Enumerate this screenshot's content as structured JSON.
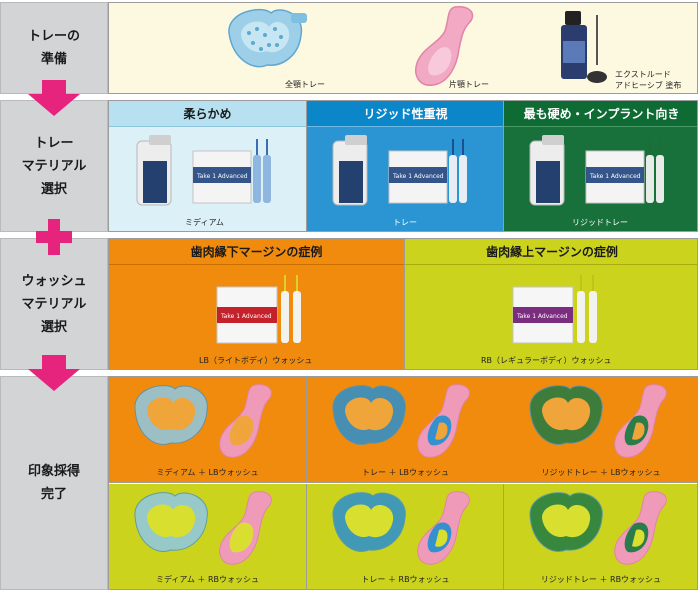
{
  "colors": {
    "magenta": "#e6247e",
    "prep_bg": "#fdf9e1",
    "soft_header": "#b7e1f1",
    "soft_bg": "#dcf0f8",
    "rigid_header": "#0a86c9",
    "rigid_bg": "#2a95d2",
    "hardest_header": "#0e6b33",
    "hardest_bg": "#18703a",
    "lb_orange": "#f08b0e",
    "rb_lime": "#ccd31c"
  },
  "steps": {
    "prep": "トレーの\n準備",
    "tray_material": "トレー\nマテリアル\n選択",
    "wash_material": "ウォッシュ\nマテリアル\n選択",
    "impression": "印象採得\n完了"
  },
  "tray_prep": {
    "full_tray": "全顎トレー",
    "half_tray": "片顎トレー",
    "adhesive_line1": "エクストルード",
    "adhesive_line2": "アドヒーシブ 塗布"
  },
  "tray_materials": {
    "headers": [
      "柔らかめ",
      "リジッド性重視",
      "最も硬め・インプラント向き"
    ],
    "products": [
      "ミディアム",
      "トレー",
      "リジッドトレー"
    ],
    "box_label": "Take 1 Advanced"
  },
  "wash_materials": {
    "headers": [
      "歯肉縁下マージンの症例",
      "歯肉縁上マージンの症例"
    ],
    "products": [
      "LB（ライトボディ）ウォッシュ",
      "RB（レギュラーボディ）ウォッシュ"
    ]
  },
  "results": {
    "lb_row": [
      "ミディアム ＋ LBウォッシュ",
      "トレー ＋ LBウォッシュ",
      "リジッドトレー ＋ LBウォッシュ"
    ],
    "rb_row": [
      "ミディアム ＋ RBウォッシュ",
      "トレー ＋ RBウォッシュ",
      "リジッドトレー ＋ RBウォッシュ"
    ]
  }
}
